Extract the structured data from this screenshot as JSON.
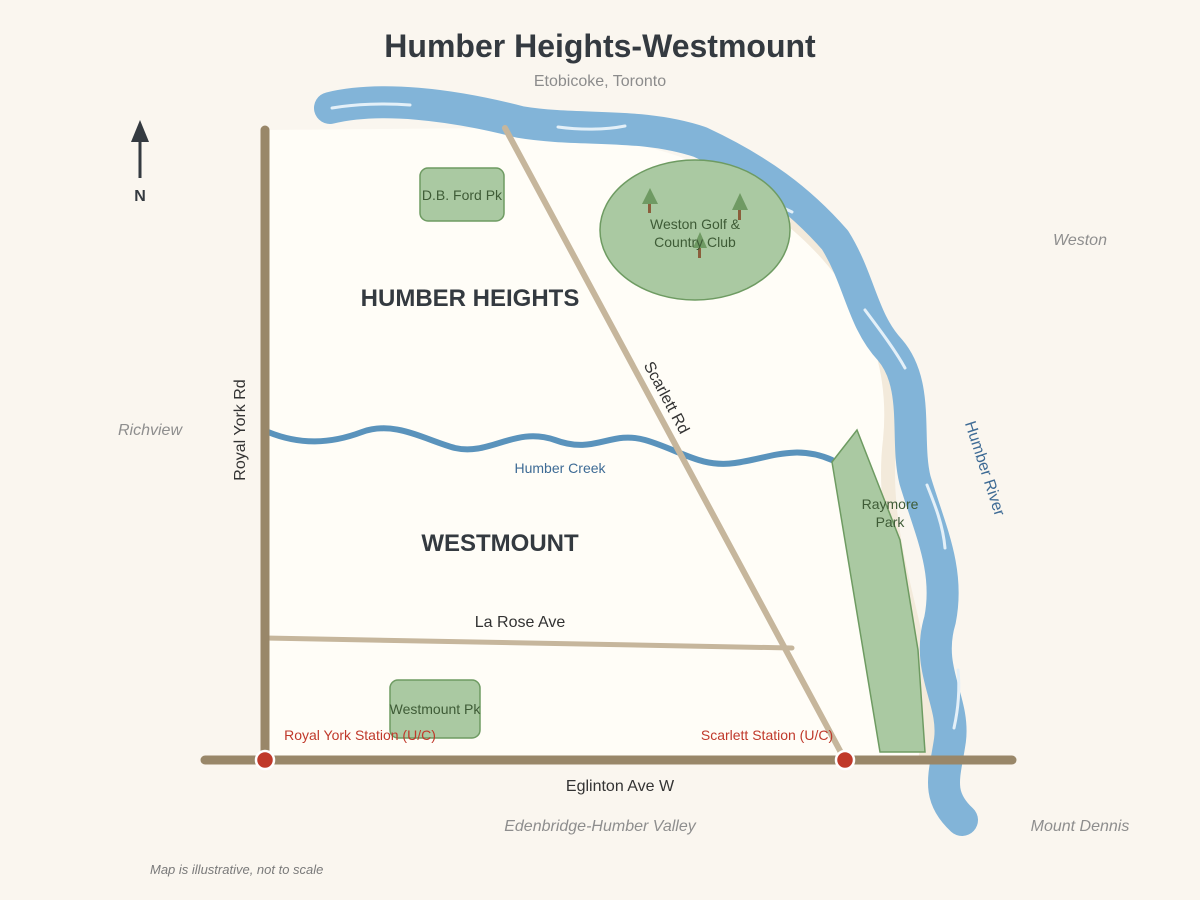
{
  "title": "Humber Heights-Westmount",
  "subtitle": "Etobicoke, Toronto",
  "neighbourhoods": [
    "HUMBER HEIGHTS",
    "WESTMOUNT"
  ],
  "adjacent": {
    "richview": "Richview",
    "weston": "Weston",
    "edenbridge": "Edenbridge-Humber Valley",
    "mount_dennis": "Mount Dennis"
  },
  "roads": {
    "royal_york": "Royal York Rd",
    "scarlett": "Scarlett Rd",
    "la_rose": "La Rose Ave",
    "eglinton": "Eglinton Ave W"
  },
  "water": {
    "humber_creek": "Humber Creek",
    "humber_river": "Humber River"
  },
  "parks": {
    "db_ford": "D.B. Ford Pk",
    "golf_line1": "Weston Golf &",
    "golf_line2": "Country Club",
    "raymore_line1": "Raymore",
    "raymore_line2": "Park",
    "westmount": "Westmount Pk"
  },
  "stations": {
    "royal_york": "Royal York Station (U/C)",
    "scarlett": "Scarlett Station (U/C)"
  },
  "north_label": "N",
  "note": "Map is illustrative, not to scale",
  "colors": {
    "background": "#faf6ef",
    "land": "#fffdf7",
    "river": "#82b4d8",
    "creek": "#5a93bc",
    "park": "#aac9a2",
    "park_border": "#6e9b62",
    "major_road": "#998769",
    "minor_road": "#c6b69c",
    "station": "#c0392b"
  }
}
